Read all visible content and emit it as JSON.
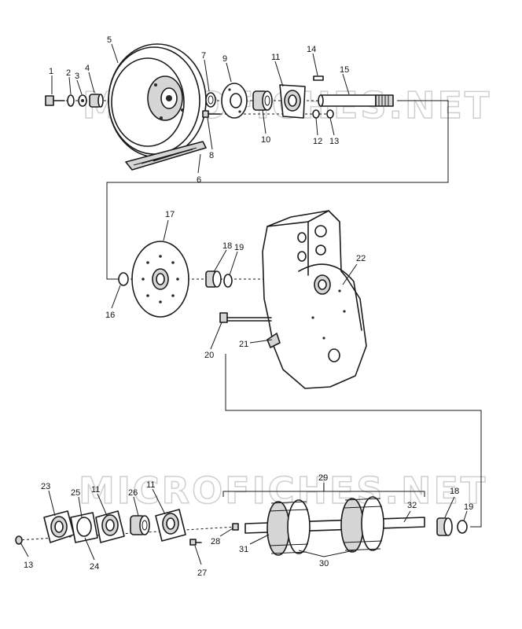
{
  "watermark": "MICROFICHES.NET",
  "callouts": [
    {
      "id": "c1",
      "text": "1"
    },
    {
      "id": "c2",
      "text": "2"
    },
    {
      "id": "c3",
      "text": "3"
    },
    {
      "id": "c4",
      "text": "4"
    },
    {
      "id": "c5",
      "text": "5"
    },
    {
      "id": "c6",
      "text": "6"
    },
    {
      "id": "c7",
      "text": "7"
    },
    {
      "id": "c8",
      "text": "8"
    },
    {
      "id": "c9",
      "text": "9"
    },
    {
      "id": "c10",
      "text": "10"
    },
    {
      "id": "c11a",
      "text": "11"
    },
    {
      "id": "c12",
      "text": "12"
    },
    {
      "id": "c13a",
      "text": "13"
    },
    {
      "id": "c14",
      "text": "14"
    },
    {
      "id": "c15",
      "text": "15"
    },
    {
      "id": "c16",
      "text": "16"
    },
    {
      "id": "c17",
      "text": "17"
    },
    {
      "id": "c18a",
      "text": "18"
    },
    {
      "id": "c19a",
      "text": "19"
    },
    {
      "id": "c20",
      "text": "20"
    },
    {
      "id": "c21",
      "text": "21"
    },
    {
      "id": "c22",
      "text": "22"
    },
    {
      "id": "c23",
      "text": "23"
    },
    {
      "id": "c24",
      "text": "24"
    },
    {
      "id": "c25",
      "text": "25"
    },
    {
      "id": "c11b",
      "text": "11"
    },
    {
      "id": "c26",
      "text": "26"
    },
    {
      "id": "c11c",
      "text": "11"
    },
    {
      "id": "c13b",
      "text": "13"
    },
    {
      "id": "c27",
      "text": "27"
    },
    {
      "id": "c28",
      "text": "28"
    },
    {
      "id": "c29",
      "text": "29"
    },
    {
      "id": "c30",
      "text": "30"
    },
    {
      "id": "c31",
      "text": "31"
    },
    {
      "id": "c32",
      "text": "32"
    },
    {
      "id": "c18b",
      "text": "18"
    },
    {
      "id": "c19b",
      "text": "19"
    }
  ]
}
